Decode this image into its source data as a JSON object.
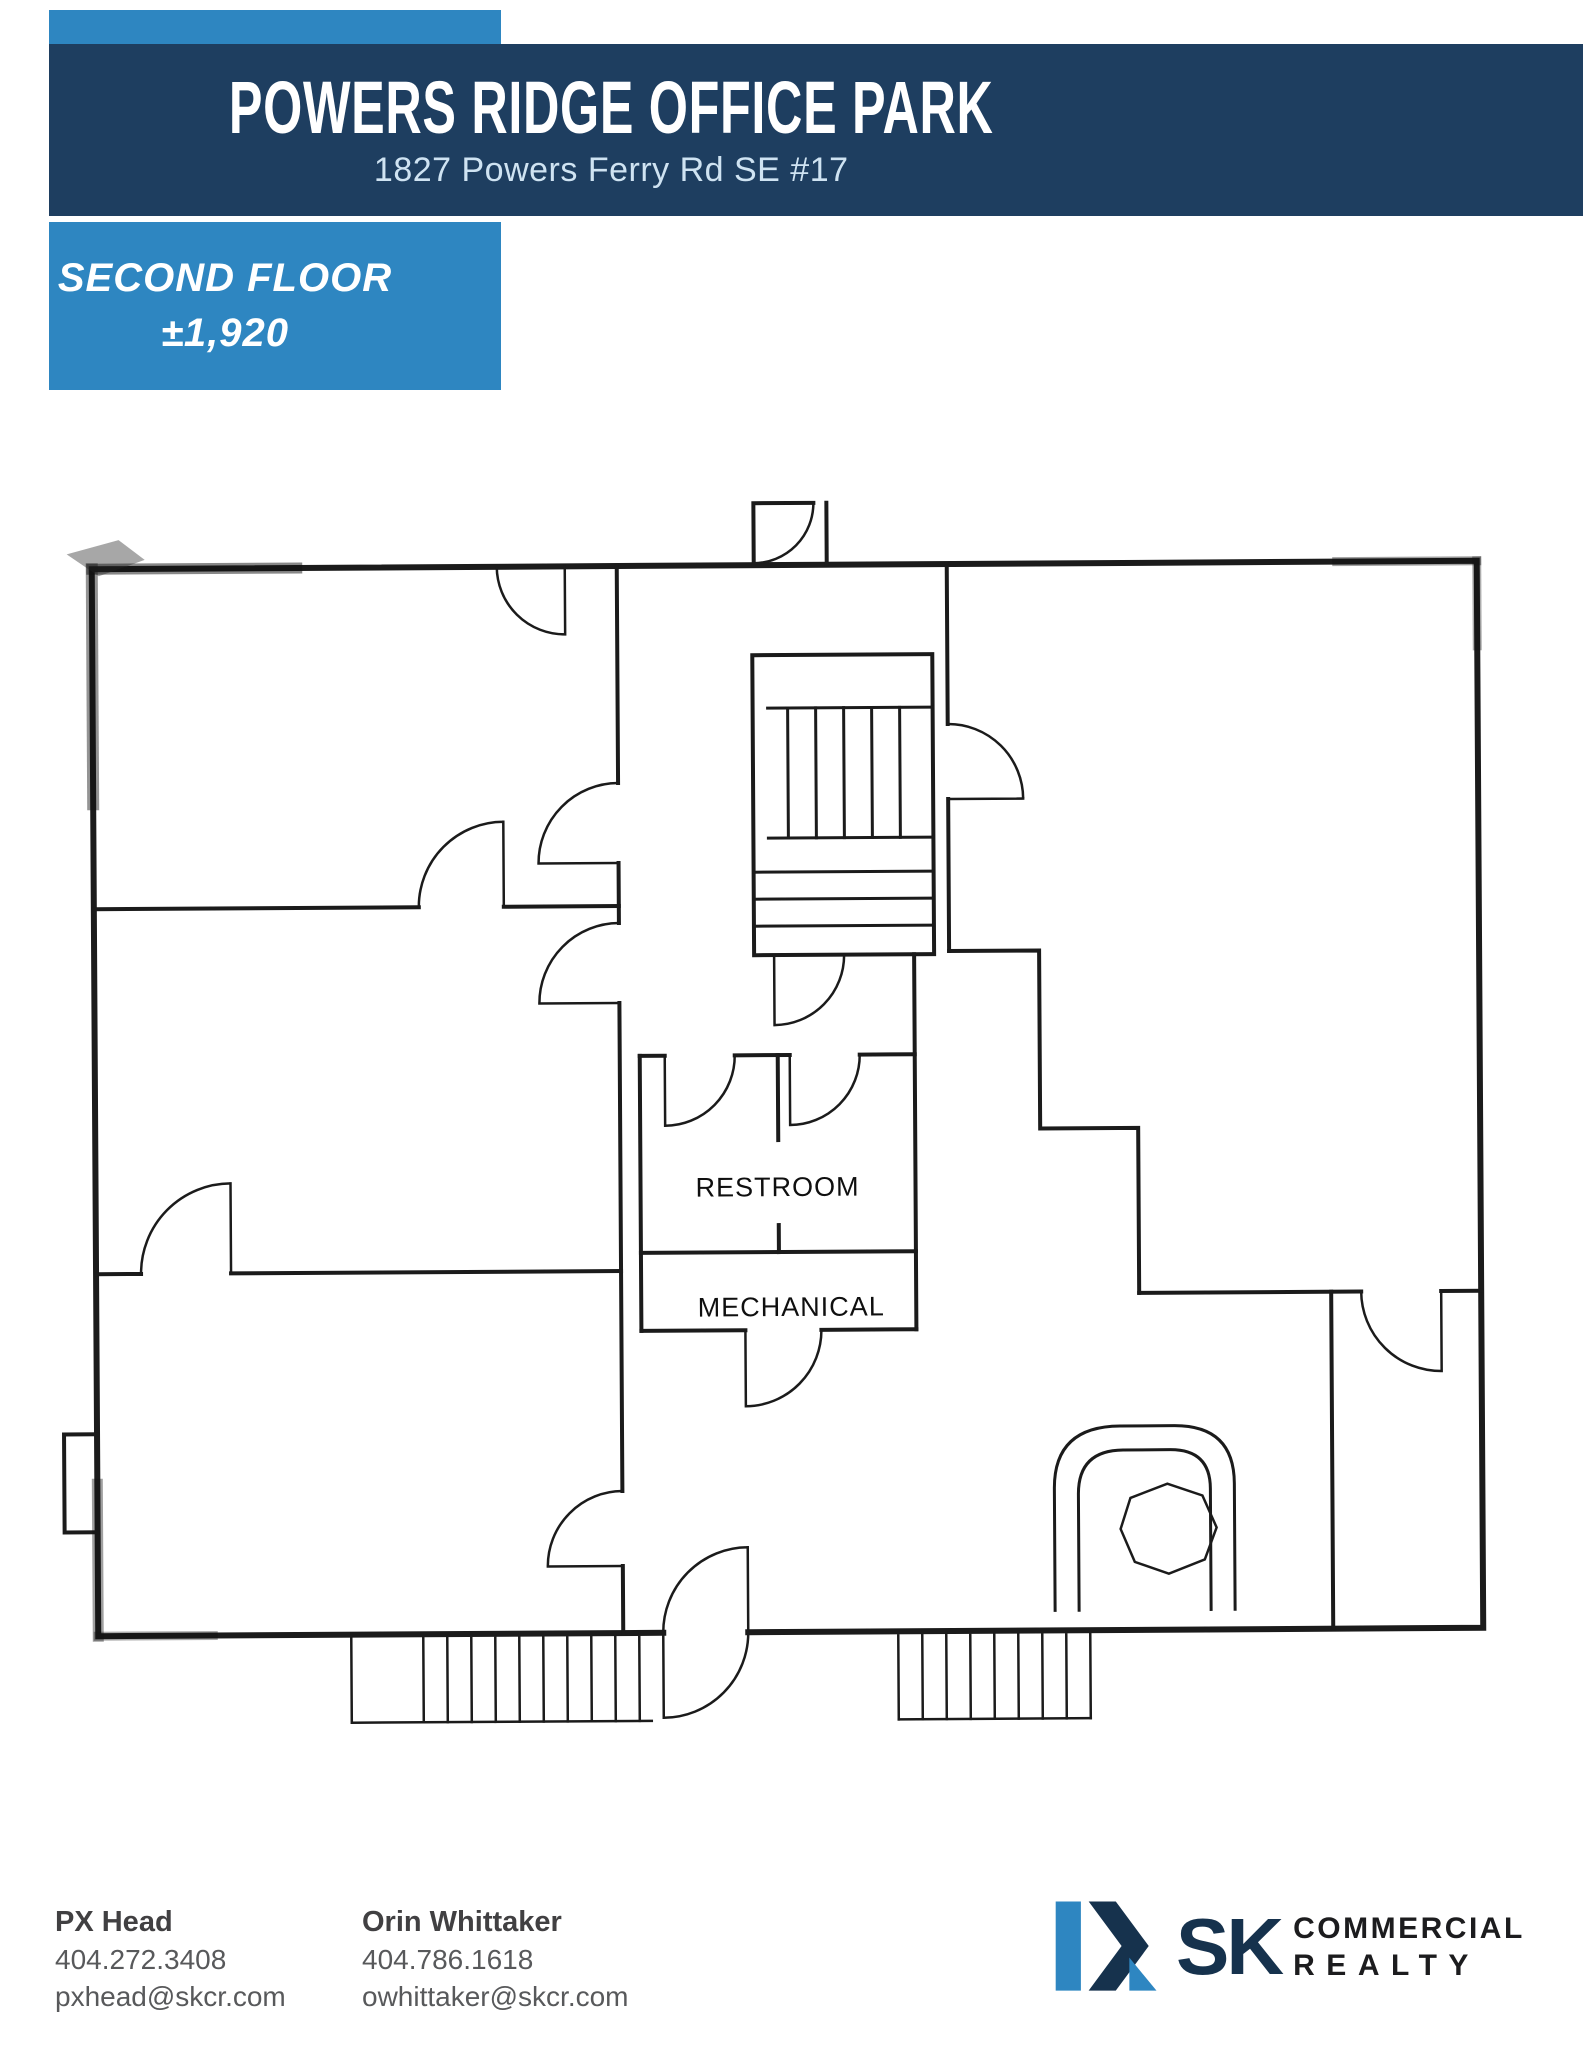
{
  "header": {
    "title": "POWERS RIDGE OFFICE PARK",
    "address": "1827 Powers Ferry Rd SE #17"
  },
  "floor_info": {
    "floor_name": "SECOND FLOOR",
    "area_sf": "±1,920"
  },
  "floor_plan": {
    "room_labels": [
      {
        "text": "RESTROOM"
      },
      {
        "text": "MECHANICAL"
      }
    ]
  },
  "contacts": [
    {
      "name": "PX Head",
      "phone": "404.272.3408",
      "email": "pxhead@skcr.com"
    },
    {
      "name": "Orin Whittaker",
      "phone": "404.786.1618",
      "email": "owhittaker@skcr.com"
    }
  ],
  "brand": {
    "abbr": "SK",
    "name_line1": "COMMERCIAL",
    "name_line2": "REALTY",
    "colors": {
      "light_blue": "#2e86c1",
      "navy": "#1e3e60"
    }
  }
}
